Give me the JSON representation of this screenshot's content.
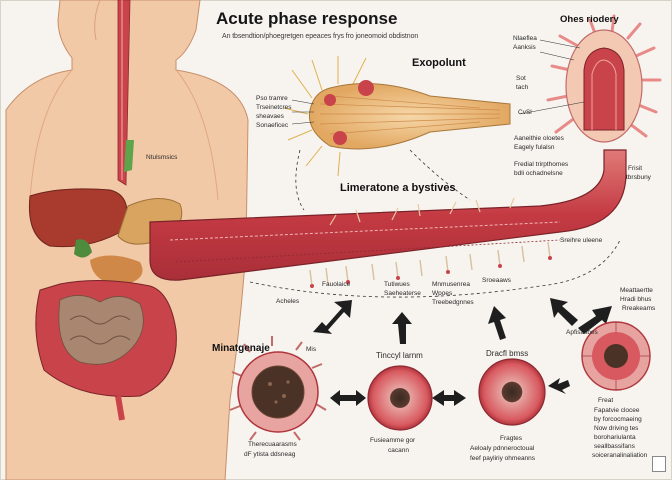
{
  "title": "Acute phase response",
  "subtitle": "An tbsendtion/phoegretgen epeaces frys fro joneomoid obdistnon",
  "labels": {
    "top_right": "Ohes riodery",
    "exocrine": "Exopolunt",
    "mid_heading": "Limeratone a bystives",
    "bottom_left_heading": "Minatgenaje",
    "left_organ_label": "Ntulsmsics",
    "gland_left_1": "Pso tramre",
    "gland_left_2": "Trseinetcres",
    "gland_left_3": "sheavaes",
    "gland_left_4": "Sonaeficec",
    "tr_1": "Nlaeflea",
    "tr_2": "Aanksis",
    "tr_3": "Sot",
    "tr_4": "tach",
    "tr_5": "CvSl",
    "tr_6": "Aaneithie oloetes",
    "tr_7": "Eagely fulalsn",
    "tr_8": "Fredial trirpthomes",
    "tr_9": "bdli ochadnelsne",
    "tr_10": "Frisit",
    "tr_11": "tbrsbuny",
    "tube_1": "Acheles",
    "tube_2": "Fauolaice",
    "tube_3": "Tutiwues",
    "tube_4": "Saeheaterse",
    "tube_5": "Mnmusenrea",
    "tube_6": "Wpoes",
    "tube_7": "Treebedgnnes",
    "tube_8": "Sroeaaws",
    "tube_9": "Sreihre uleene",
    "circle1_label": "Tinccyl larnm",
    "circle2_label": "Dracfl bmss",
    "right_1": "Meattaertte",
    "right_2": "Hradi bhus",
    "right_3": "Rreakeams",
    "right_4": "Apfisasbes",
    "c0_cap_1": "Therecuaarasms",
    "c0_cap_2": "dF ytista ddsneag",
    "c1_cap_1": "Fusieamme gor",
    "c1_cap_2": "cacann",
    "c2_cap_1": "Fragtes",
    "c2_cap_2": "Aeloaly pdnneroctoual",
    "c2_cap_3": "feef payliriy ohmeanns",
    "rb_1": "Freat",
    "rb_2": "Fapatvie clocee",
    "rb_3": "by forcocmaeing",
    "rb_4": "Now driving tes",
    "rb_5": "borohariulanta",
    "rb_6": "seallbassifans",
    "rb_7": "soiceranalinaliation",
    "mini_label": "Mis"
  },
  "colors": {
    "skin": "#f2c9a6",
    "skin_shade": "#e0a883",
    "intestine": "#c9434a",
    "intestine_light": "#e88a88",
    "liver": "#a83a2e",
    "stomach": "#d8a460",
    "arrow": "#1e1e1e",
    "background": "#f7f4ef"
  }
}
